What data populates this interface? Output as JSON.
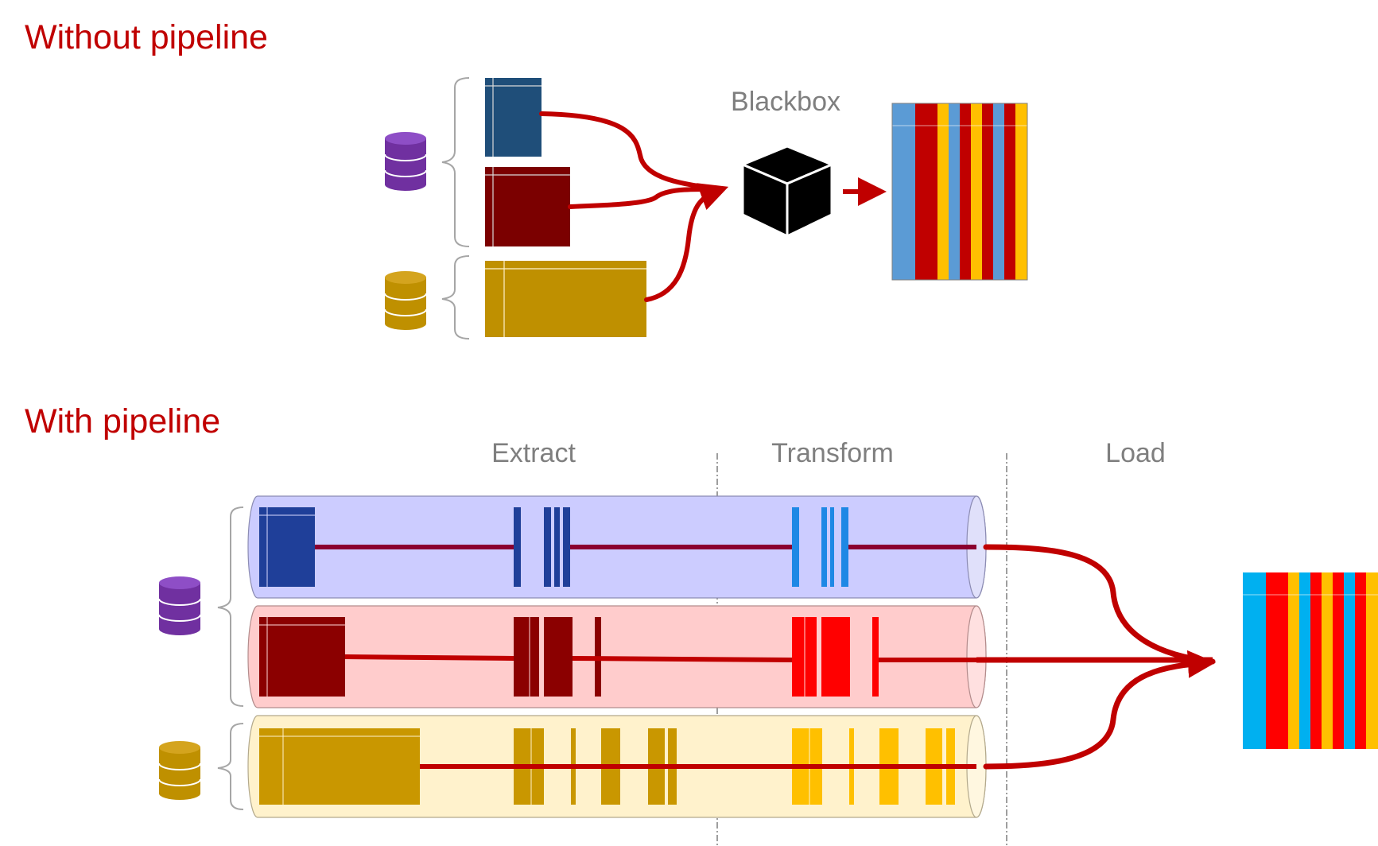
{
  "headings": {
    "without_pipeline": "Without pipeline",
    "with_pipeline": "With pipeline"
  },
  "blackbox_label": "Blackbox",
  "stages": [
    "Extract",
    "Transform",
    "Load"
  ],
  "icons": {
    "source_a": "database-icon",
    "source_b": "database-icon",
    "process": "black-cube-icon"
  },
  "colors": {
    "accent": "#c00000",
    "arrow": "#c00000",
    "db_purple": "#7030a0",
    "db_gold": "#bf9000",
    "blue_block": "#1f4e79",
    "red_block": "#7b0000",
    "gold_block": "#bf9000",
    "pipe_blue": "#ccccff",
    "pipe_red": "#ffcccc",
    "pipe_gold": "#fff2cc"
  }
}
